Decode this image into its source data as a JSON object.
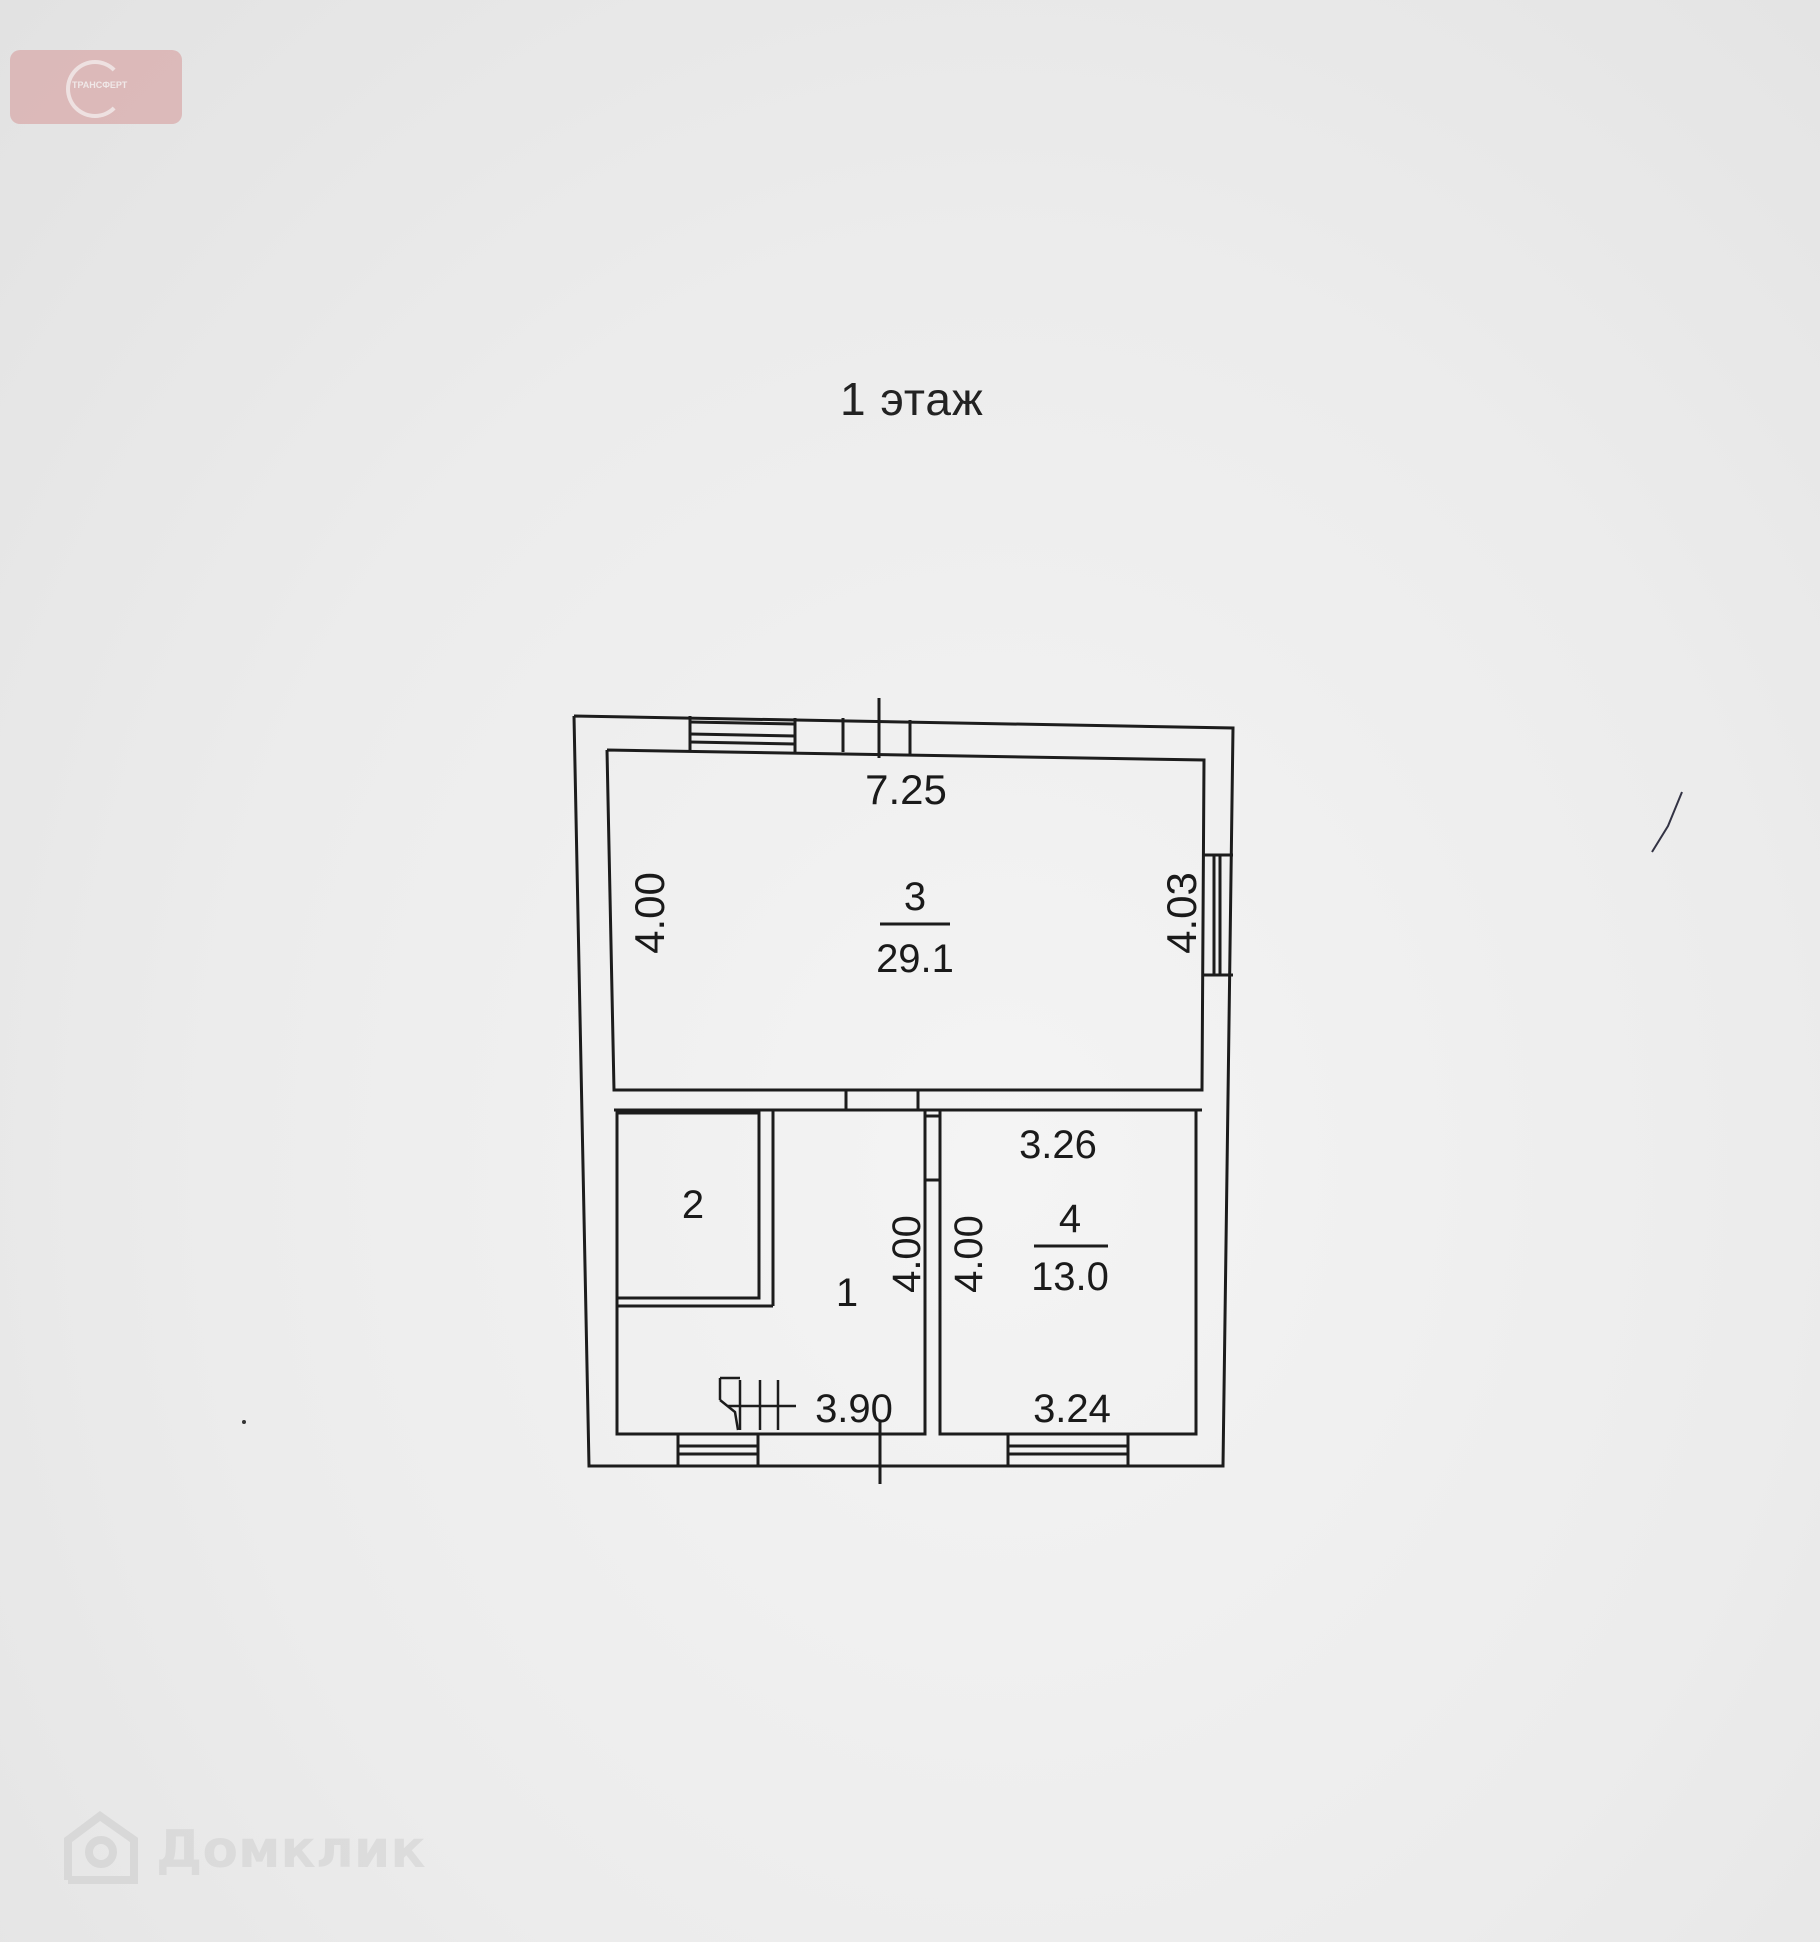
{
  "logo": {
    "text": "ТРАНСФЕРТ",
    "icon": "transfer-logo-icon"
  },
  "title": "1 этаж",
  "plan": {
    "rooms": [
      {
        "number": "3",
        "area": "29.1"
      },
      {
        "number": "2"
      },
      {
        "number": "1"
      },
      {
        "number": "4",
        "area": "13.0"
      }
    ],
    "dimensions": {
      "room3_top": "7.25",
      "room3_left": "4.00",
      "room3_right": "4.03",
      "room1_right": "4.00",
      "room4_left": "4.00",
      "room4_top": "3.26",
      "room1_bottom": "3.90",
      "room4_bottom": "3.24"
    },
    "stairs_icon": "stairs-icon"
  },
  "watermark": {
    "text": "Домклик",
    "icon": "house-icon"
  }
}
